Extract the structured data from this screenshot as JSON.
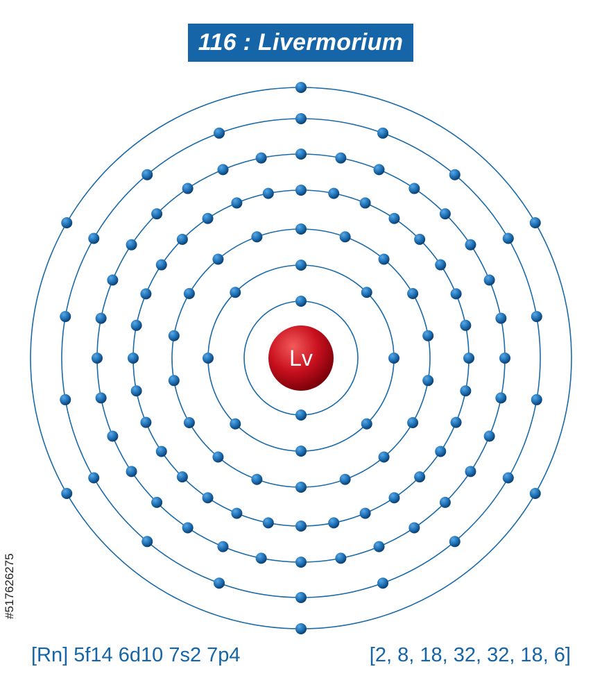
{
  "title": "116 : Livermorium",
  "element": {
    "symbol": "Lv",
    "atomic_number": 116,
    "name": "Livermorium"
  },
  "shells": [
    2,
    8,
    18,
    32,
    32,
    18,
    6
  ],
  "electron_configuration": "[Rn] 5f14 6d10 7s2 7p4",
  "shell_summary": "[2, 8, 18, 32, 32, 18, 6]",
  "stock_id": "#517626275",
  "colors": {
    "title_bg": "#1565a8",
    "title_text": "#ffffff",
    "orbit": "#1a6aa8",
    "electron": "#1d6fb3",
    "nucleus": "#c8101e",
    "text": "#1565a8"
  }
}
